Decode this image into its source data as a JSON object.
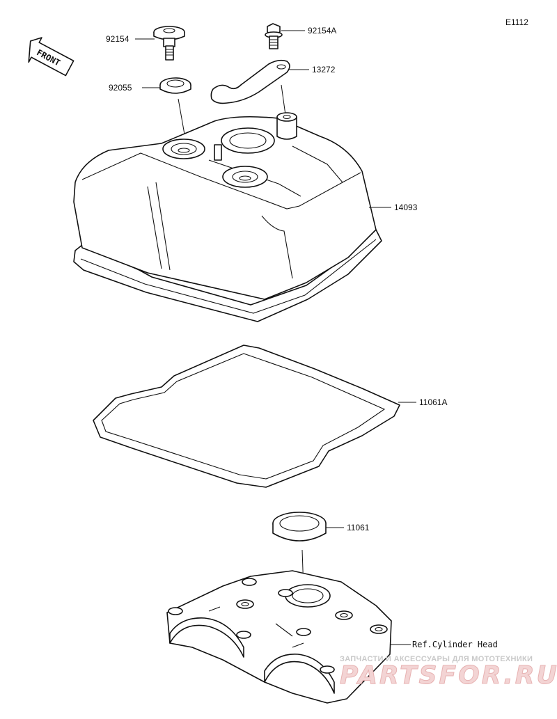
{
  "diagram_code": "E1112",
  "front_label": "FRONT",
  "callouts": {
    "bolt_main": "92154",
    "bolt_small": "92154A",
    "bracket": "13272",
    "washer": "92055",
    "head_cover": "14093",
    "gasket_cover": "11061A",
    "gasket_plug": "11061",
    "ref_cylinder_head": "Ref.Cylinder Head"
  },
  "watermark": {
    "tagline": "ЗАПЧАСТИ И АКСЕССУАРЫ ДЛЯ МОТОТЕХНИКИ",
    "brand": "PARTSFOR.RU"
  }
}
